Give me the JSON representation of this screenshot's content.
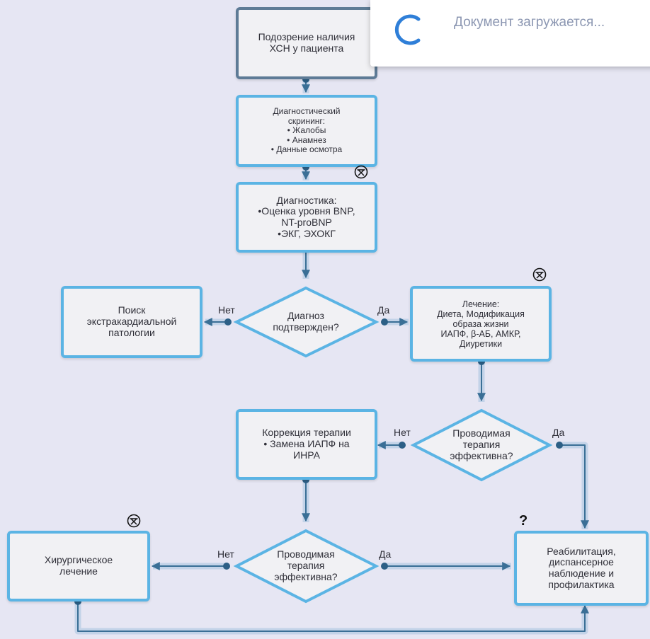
{
  "nodes": {
    "suspect": "Подозрение наличия\nХСН у пациента",
    "screening": "Диагностический\nскрининг:\n• Жалобы\n• Анамнез\n• Данные осмотра",
    "diagnostics": "Диагностика:\n•Оценка уровня BNP,\nNT-proBNP\n•ЭКГ, ЭХОКГ",
    "search": "Поиск\nэкстракардиальной\nпатологии",
    "treatment": "Лечение:\nДиета, Модификация\nобраза жизни\nИАПФ, β-АБ, АМКР,\nДиуретики",
    "correction": "Коррекция терапии\n• Замена ИАПФ на\nИНРА",
    "surgery": "Хирургическое\nлечение",
    "rehab": "Реабилитация,\nдиспансерное\nнаблюдение и\nпрофилактика"
  },
  "decisions": {
    "diagnosis": "Диагноз\nподтвержден?",
    "effective1": "Проводимая\nтерапия\nэффективна?",
    "effective2": "Проводимая\nтерапия\nэффективна?"
  },
  "edge_labels": {
    "no1": "Нет",
    "yes1": "Да",
    "no2": "Нет",
    "yes2": "Да",
    "no3": "Нет",
    "yes3": "Да"
  },
  "question_mark": "?",
  "loading": {
    "text": "Документ загружается..."
  },
  "icons": {
    "standard": "clinical-guideline-icon",
    "spinner": "loading-spinner-icon"
  },
  "colors": {
    "background": "#e6e6f3",
    "box_border": "#5bb4e4",
    "start_border": "#5e7b96",
    "connector": "#3a6f96",
    "connector_halo": "#c3d3e8",
    "spinner": "#2f7fd8"
  }
}
